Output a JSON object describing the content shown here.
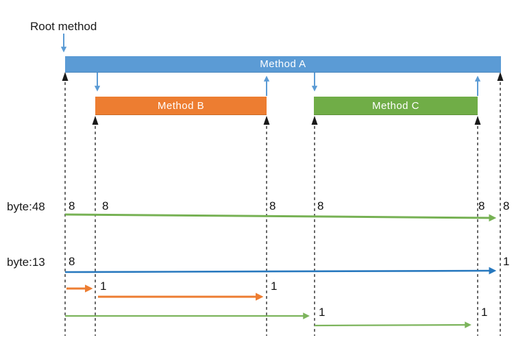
{
  "diagram": {
    "root_label": "Root method",
    "bars": {
      "a": {
        "label": "Method A",
        "color": "#5B9BD5"
      },
      "b": {
        "label": "Method B",
        "color": "#ED7D31"
      },
      "c": {
        "label": "Method C",
        "color": "#70AD47"
      }
    },
    "rows": {
      "byte48": {
        "label": "byte:48",
        "arrow_color": "#76B153",
        "values": [
          "8",
          "8",
          "8",
          "8",
          "8",
          "8"
        ]
      },
      "byte13": {
        "label": "byte:13",
        "arrow_color": "#2778BE",
        "start_value": "8",
        "end_value": "1"
      },
      "orange_allocs": {
        "arrow_color": "#ED7D31",
        "values": [
          "1",
          "1"
        ]
      },
      "green_allocs": {
        "arrow_color": "#7CB45C",
        "values": [
          "1",
          "1"
        ]
      }
    },
    "colors": {
      "call_arrow_blue": "#5B9BD5",
      "guide_line_black": "#1a1a1a"
    }
  }
}
